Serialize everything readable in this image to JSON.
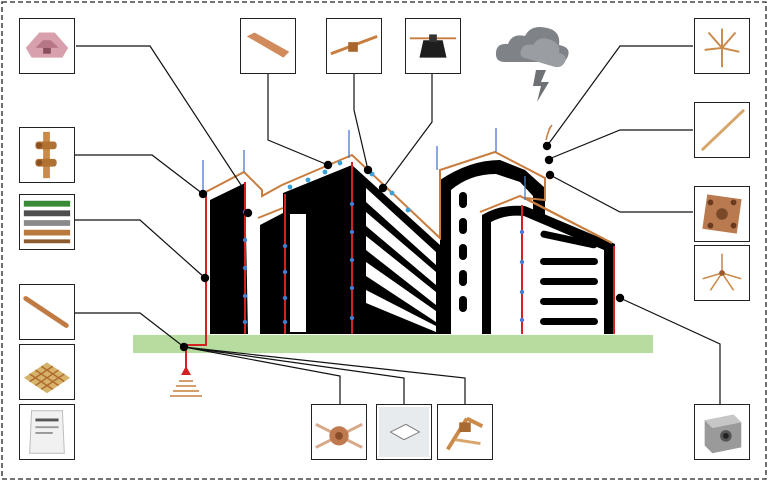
{
  "title": "",
  "colors": {
    "conductor": "#d42020",
    "copper": "#c87d3f",
    "building": "#000000",
    "ground": "#b7dca0",
    "rod_tip": "#4a7ad0",
    "connector_dot": "#3aa0d8",
    "frame": "#222222"
  },
  "components": [
    {
      "name": "conductor-clamp",
      "icon": "pink-clamp-icon"
    },
    {
      "name": "test-joint",
      "icon": "copper-test-joint-icon"
    },
    {
      "name": "conductor-tapes",
      "icon": "copper-tapes-icon"
    },
    {
      "name": "earth-rod",
      "icon": "copper-rod-icon"
    },
    {
      "name": "earth-mat",
      "icon": "earth-grid-mat-icon"
    },
    {
      "name": "backfill-bag",
      "icon": "backfill-bag-icon"
    },
    {
      "name": "flat-tape",
      "icon": "flat-copper-tape-icon"
    },
    {
      "name": "tape-clip",
      "icon": "tape-clip-icon"
    },
    {
      "name": "concrete-block",
      "icon": "concrete-block-icon"
    },
    {
      "name": "storm-cloud",
      "icon": "storm-cloud-icon"
    },
    {
      "name": "air-terminal",
      "icon": "multi-point-air-terminal-icon"
    },
    {
      "name": "air-rod",
      "icon": "air-rod-icon"
    },
    {
      "name": "cross-plate",
      "icon": "square-cross-plate-icon"
    },
    {
      "name": "spider-terminal",
      "icon": "spider-air-terminal-icon"
    },
    {
      "name": "grid-clamp",
      "icon": "grid-clamp-icon"
    },
    {
      "name": "inspection-pit",
      "icon": "inspection-pit-icon"
    },
    {
      "name": "rod-coupler",
      "icon": "rod-coupler-icon"
    },
    {
      "name": "surge-counter",
      "icon": "metal-box-icon"
    }
  ]
}
